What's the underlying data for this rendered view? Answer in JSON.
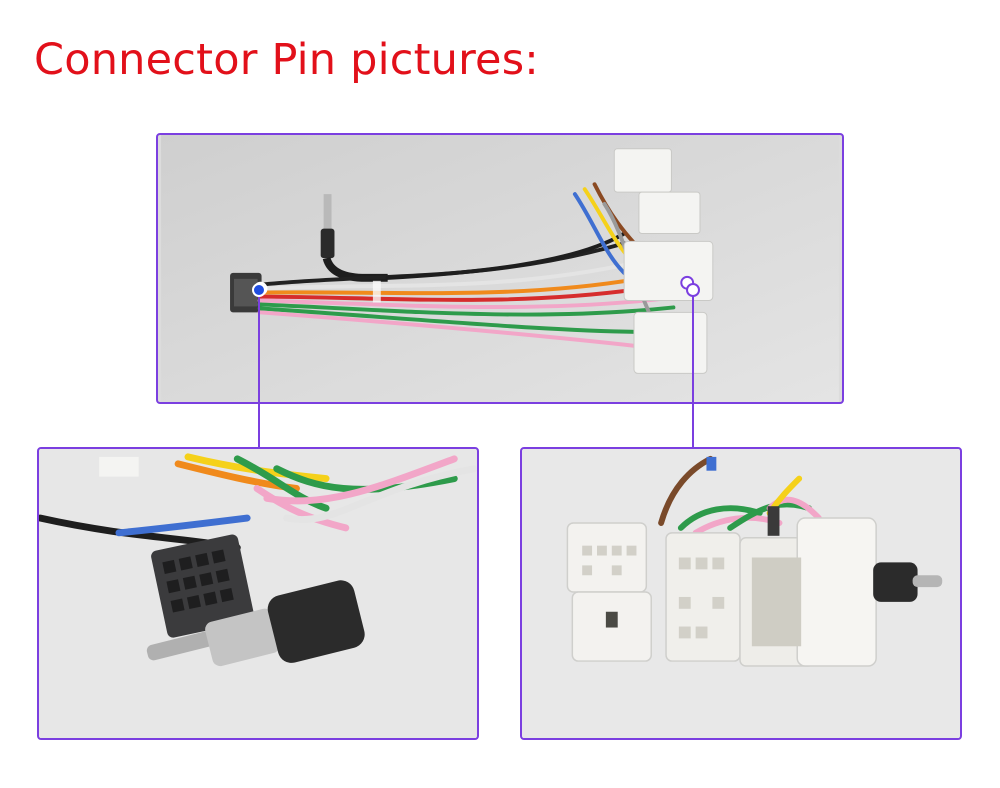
{
  "heading": {
    "text": "Connector Pin pictures:",
    "color": "#e2101a"
  },
  "accent_color": "#7b3fe0",
  "photos": [
    {
      "name": "wiring-harness-overview"
    },
    {
      "name": "iso-plug-and-antenna-closeup"
    },
    {
      "name": "vehicle-side-connectors-closeup"
    }
  ]
}
